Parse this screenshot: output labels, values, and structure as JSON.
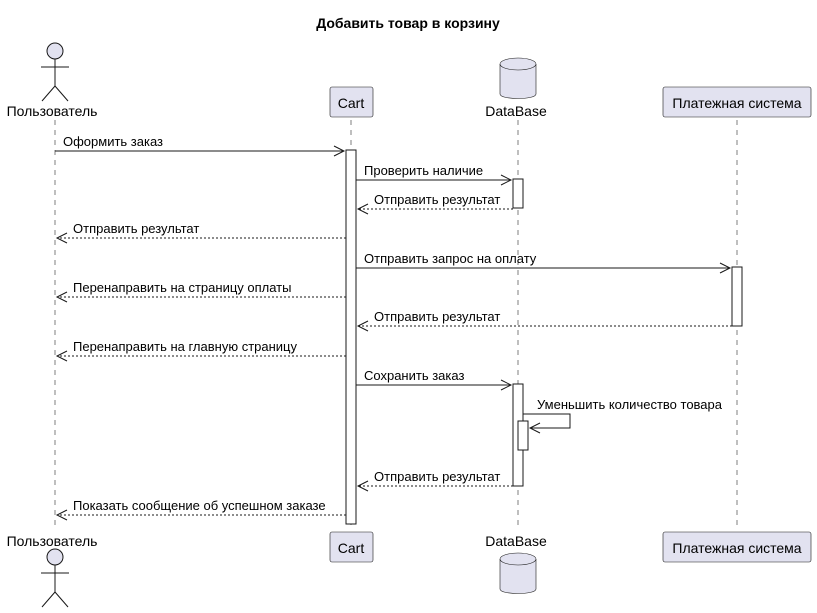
{
  "diagram": {
    "title": "Добавить товар в корзину",
    "participants": [
      {
        "id": "user",
        "type": "actor",
        "label": "Пользователь"
      },
      {
        "id": "cart",
        "type": "participant",
        "label": "Cart"
      },
      {
        "id": "db",
        "type": "database",
        "label": "DataBase"
      },
      {
        "id": "pay",
        "type": "participant",
        "label": "Платежная система"
      }
    ],
    "messages": [
      {
        "from": "user",
        "to": "cart",
        "label": "Оформить заказ",
        "style": "solid"
      },
      {
        "from": "cart",
        "to": "db",
        "label": "Проверить наличие",
        "style": "solid"
      },
      {
        "from": "db",
        "to": "cart",
        "label": "Отправить результат",
        "style": "dashed"
      },
      {
        "from": "cart",
        "to": "user",
        "label": "Отправить результат",
        "style": "dashed"
      },
      {
        "from": "cart",
        "to": "pay",
        "label": "Отправить запрос на оплату",
        "style": "solid"
      },
      {
        "from": "cart",
        "to": "user",
        "label": "Перенаправить на страницу оплаты",
        "style": "dashed"
      },
      {
        "from": "pay",
        "to": "cart",
        "label": "Отправить результат",
        "style": "dashed"
      },
      {
        "from": "cart",
        "to": "user",
        "label": "Перенаправить на главную страницу",
        "style": "dashed"
      },
      {
        "from": "cart",
        "to": "db",
        "label": "Сохранить заказ",
        "style": "solid"
      },
      {
        "from": "db",
        "to": "db",
        "label": "Уменьшить количество товара",
        "style": "solid"
      },
      {
        "from": "db",
        "to": "cart",
        "label": "Отправить результат",
        "style": "dashed"
      },
      {
        "from": "cart",
        "to": "user",
        "label": "Показать сообщение об успешном заказе",
        "style": "dashed"
      }
    ]
  }
}
